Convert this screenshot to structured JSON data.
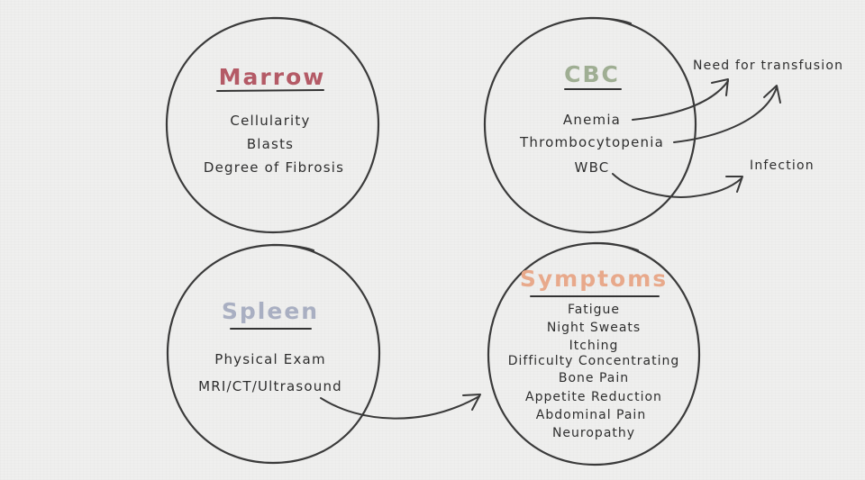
{
  "colors": {
    "marrow": "#b45a66",
    "cbc": "#9fae93",
    "spleen": "#a9afc2",
    "symptoms": "#e8a98b"
  },
  "marrow": {
    "title": "Marrow",
    "items": [
      "Cellularity",
      "Blasts",
      "Degree of Fibrosis"
    ]
  },
  "cbc": {
    "title": "CBC",
    "items": [
      "Anemia",
      "Thrombocytopenia",
      "WBC"
    ]
  },
  "spleen": {
    "title": "Spleen",
    "items": [
      "Physical Exam",
      "MRI/CT/Ultrasound"
    ]
  },
  "symptoms": {
    "title": "Symptoms",
    "items": [
      "Fatigue",
      "Night Sweats",
      "Itching",
      "Difficulty Concentrating",
      "Bone Pain",
      "Appetite Reduction",
      "Abdominal Pain",
      "Neuropathy"
    ]
  },
  "outcomes": {
    "transfusion": "Need for transfusion",
    "infection": "Infection"
  }
}
